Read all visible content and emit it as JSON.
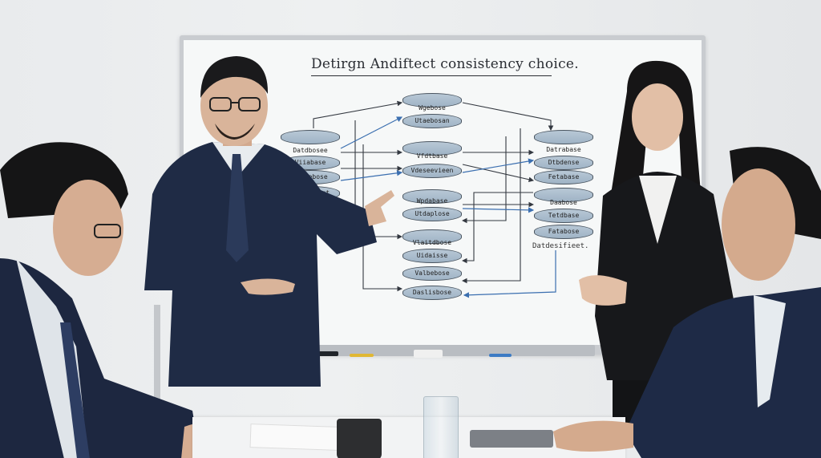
{
  "whiteboard": {
    "title": "Detirgn Andiftect consistency choice.",
    "caption": "Datdesifieet.",
    "left_stack": [
      "Datdbosee",
      "Viiabase",
      "Lialebose",
      "Uiedabasst"
    ],
    "center_stack_1": [
      "Wgebose",
      "Utaebosan"
    ],
    "center_stack_2": [
      "Vfdtbase",
      "Vdeseevieen"
    ],
    "center_stack_3": [
      "Wpdabase",
      "Utdaplose"
    ],
    "center_stack_4": [
      "Vlaitdbose",
      "Uidaisse",
      "Valbebose",
      "Daslisbose"
    ],
    "right_stack_1": [
      "Datrabase",
      "Dtbdense",
      "Fetabase"
    ],
    "right_stack_2": [
      "Daabose",
      "Tetdbase",
      "Fatabose"
    ]
  },
  "colors": {
    "suit": "#1f2b45",
    "skin": "#d9b49a",
    "hair": "#1a1a1c",
    "shirt": "#e8ecef",
    "db_fill": "#a9bccd",
    "arrow_dark": "#333840",
    "arrow_blue": "#3b6fb0"
  }
}
